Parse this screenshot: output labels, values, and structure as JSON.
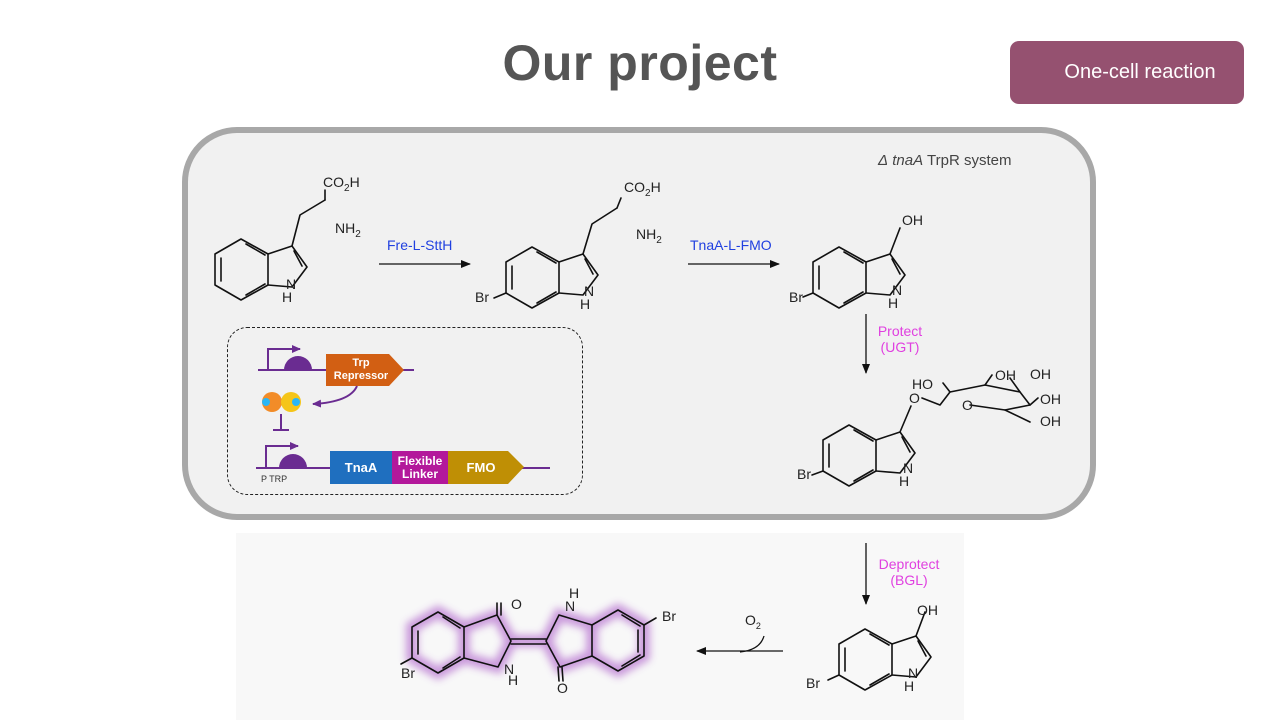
{
  "slide": {
    "title": "Our project",
    "badge": "One-cell reaction"
  },
  "panel": {
    "system_prefix": "Δ",
    "system_gene": "tnaA",
    "system_rest": " TrpR system"
  },
  "steps": {
    "step1_enzyme": "Fre-L-SttH",
    "step2_enzyme": "TnaA-L-FMO",
    "protect_line1": "Protect",
    "protect_line2": "(UGT)",
    "deprotect_line1": "Deprotect",
    "deprotect_line2": "(BGL)",
    "oxygen": "O",
    "oxygen_sub": "2"
  },
  "atoms": {
    "co2h_main": "CO",
    "co2h_sub": "2",
    "co2h_end": "H",
    "nh2_main": "NH",
    "nh2_sub": "2",
    "nh": "H",
    "n": "N",
    "br": "Br",
    "oh": "OH",
    "ho": "HO",
    "o": "O"
  },
  "genetic": {
    "repressor_line1": "Trp",
    "repressor_line2": "Repressor",
    "promoter": "P TRP",
    "tnaa": "TnaA",
    "linker_line1": "Flexible",
    "linker_line2": "Linker",
    "fmo": "FMO"
  },
  "colors": {
    "badge": "#955170",
    "enzyme_text": "#2040e0",
    "protect_text": "#e040e0",
    "promoter": "#6a2c91",
    "repressor": "#d25f13",
    "tnaa": "#1f6fbf",
    "linker": "#b3189b",
    "fmo": "#bf8f05",
    "glow": "#c48ed8"
  }
}
